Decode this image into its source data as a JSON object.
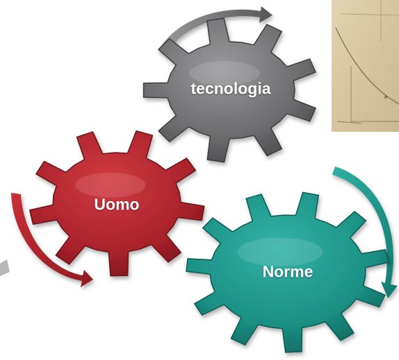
{
  "gears": [
    {
      "id": "tecnologia",
      "label": "tecnologia",
      "color": "#6e6e70"
    },
    {
      "id": "uomo",
      "label": "Uomo",
      "color": "#b1252d"
    },
    {
      "id": "norme",
      "label": "Norme",
      "color": "#1e9589"
    }
  ],
  "arrows": [
    {
      "color": "#7a7a7c"
    },
    {
      "color": "#b1252d"
    },
    {
      "color": "#1e9589"
    },
    {
      "color": "#b5b5b5"
    }
  ],
  "photo": {
    "description_color": "#d8c9a4"
  }
}
